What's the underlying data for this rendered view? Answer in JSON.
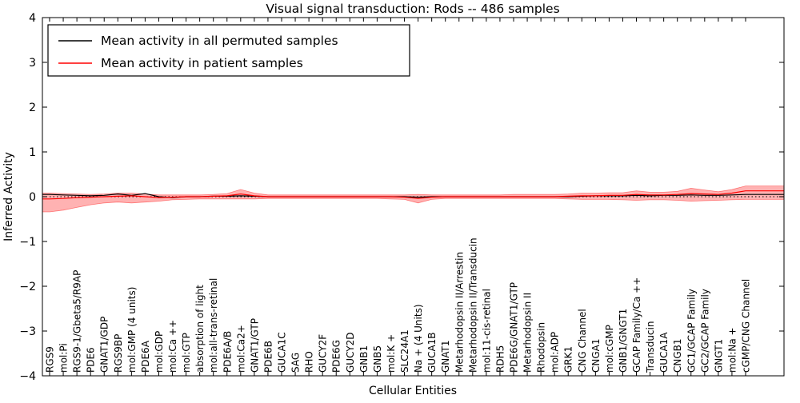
{
  "colors": {
    "permuted_line": "#000000",
    "patient_line": "#ff0000",
    "band_fill": "rgba(255,0,0,0.30)",
    "band_edge": "rgba(255,0,0,0.45)",
    "axis": "#000000"
  },
  "chart_data": {
    "type": "line",
    "title": "Visual signal transduction: Rods -- 486 samples",
    "xlabel": "Cellular Entities",
    "ylabel": "Inferred Activity",
    "ylim": [
      -4,
      4
    ],
    "yticks": [
      -4,
      -3,
      -2,
      -1,
      0,
      1,
      2,
      3,
      4
    ],
    "grid": false,
    "legend_position": "upper left",
    "zero_line": {
      "style": "dotted",
      "color": "#000000"
    },
    "categories": [
      "RGS9",
      "mol:Pi",
      "RGS9-1/Gbeta5/R9AP",
      "PDE6",
      "GNAT1/GDP",
      "RGS9BP",
      "mol:GMP (4 units)",
      "PDE6A",
      "mol:GDP",
      "mol:Ca ++",
      "mol:GTP",
      "absorption of light",
      "mol:all-trans-retinal",
      "PDE6A/B",
      "mol:Ca2+",
      "GNAT1/GTP",
      "PDE6B",
      "GUCA1C",
      "SAG",
      "RHO",
      "GUCY2F",
      "PDE6G",
      "GUCY2D",
      "GNB1",
      "GNB5",
      "mol:K +",
      "SLC24A1",
      "Na + (4 Units)",
      "GUCA1B",
      "GNAT1",
      "Metarhodopsin II/Arrestin",
      "Metarhodopsin II/Transducin",
      "mol:11-cis-retinal",
      "RDH5",
      "PDE6G/GNAT1/GTP",
      "Metarhodopsin II",
      "Rhodopsin",
      "mol:ADP",
      "GRK1",
      "CNG Channel",
      "CNGA1",
      "mol:cGMP",
      "GNB1/GNGT1",
      "GCAP Family/Ca ++",
      "Transducin",
      "GUCA1A",
      "CNGB1",
      "GC1/GCAP Family",
      "GC2/GCAP Family",
      "GNGT1",
      "mol:Na +",
      "cGMP/CNG Channel"
    ],
    "series": [
      {
        "name": "Mean activity in all permuted samples",
        "color": "#000000",
        "values": [
          0.05,
          0.04,
          0.03,
          0.02,
          0.03,
          0.06,
          0.03,
          0.07,
          0.0,
          -0.02,
          0.0,
          0.0,
          0.01,
          0.01,
          0.02,
          0.01,
          0.0,
          0.0,
          0.0,
          0.0,
          0.0,
          0.0,
          0.0,
          0.0,
          0.0,
          0.0,
          0.0,
          -0.01,
          0.0,
          0.0,
          0.0,
          0.0,
          0.0,
          0.0,
          0.0,
          0.0,
          0.0,
          0.0,
          0.0,
          0.01,
          0.02,
          0.02,
          0.02,
          0.03,
          0.02,
          0.03,
          0.03,
          0.04,
          0.03,
          0.03,
          0.04,
          0.05
        ]
      },
      {
        "name": "Mean activity in patient samples",
        "color": "#ff0000",
        "values": [
          -0.05,
          -0.04,
          -0.02,
          -0.01,
          0.0,
          0.01,
          0.02,
          0.0,
          -0.02,
          -0.01,
          0.0,
          0.0,
          0.01,
          0.02,
          0.06,
          0.02,
          0.0,
          0.0,
          0.0,
          0.0,
          0.0,
          0.0,
          0.0,
          0.0,
          0.0,
          0.0,
          -0.01,
          -0.04,
          -0.01,
          0.0,
          0.0,
          0.0,
          0.0,
          0.0,
          0.0,
          0.0,
          0.0,
          0.0,
          0.01,
          0.02,
          0.02,
          0.03,
          0.03,
          0.05,
          0.04,
          0.04,
          0.05,
          0.07,
          0.06,
          0.05,
          0.08,
          0.13
        ],
        "band": {
          "upper": [
            0.08,
            0.07,
            0.06,
            0.05,
            0.06,
            0.08,
            0.08,
            0.06,
            0.04,
            0.04,
            0.04,
            0.04,
            0.05,
            0.07,
            0.16,
            0.08,
            0.04,
            0.04,
            0.04,
            0.04,
            0.04,
            0.04,
            0.04,
            0.04,
            0.04,
            0.04,
            0.04,
            0.05,
            0.04,
            0.04,
            0.04,
            0.04,
            0.04,
            0.04,
            0.05,
            0.05,
            0.05,
            0.05,
            0.06,
            0.08,
            0.08,
            0.09,
            0.09,
            0.13,
            0.1,
            0.1,
            0.12,
            0.19,
            0.15,
            0.11,
            0.16,
            0.24
          ],
          "lower": [
            -0.34,
            -0.3,
            -0.24,
            -0.18,
            -0.14,
            -0.12,
            -0.14,
            -0.12,
            -0.1,
            -0.07,
            -0.06,
            -0.05,
            -0.05,
            -0.05,
            -0.05,
            -0.05,
            -0.04,
            -0.04,
            -0.04,
            -0.04,
            -0.04,
            -0.04,
            -0.04,
            -0.04,
            -0.04,
            -0.05,
            -0.06,
            -0.14,
            -0.06,
            -0.04,
            -0.04,
            -0.04,
            -0.04,
            -0.04,
            -0.04,
            -0.04,
            -0.04,
            -0.04,
            -0.05,
            -0.06,
            -0.06,
            -0.06,
            -0.07,
            -0.08,
            -0.07,
            -0.07,
            -0.08,
            -0.1,
            -0.09,
            -0.08,
            -0.07,
            -0.06
          ]
        }
      }
    ]
  }
}
